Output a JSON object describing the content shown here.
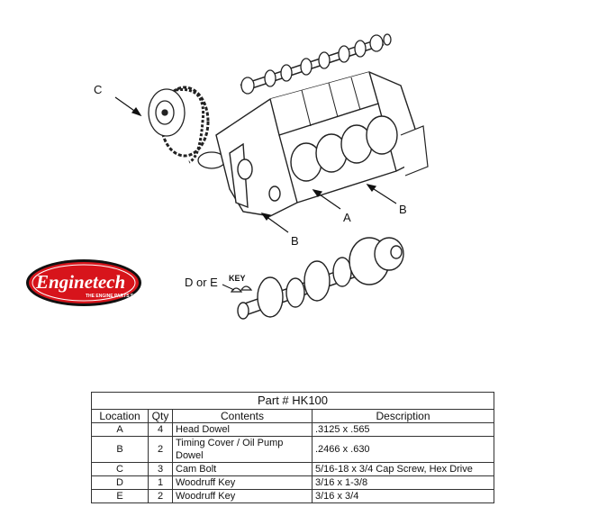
{
  "callouts": {
    "c": "C",
    "a": "A",
    "b_right": "B",
    "b_lower": "B",
    "d_or_e": "D or E",
    "key": "KEY"
  },
  "logo": {
    "brand": "Enginetech",
    "tagline": "THE ENGINE PARTS SOURCE",
    "color": "#d7141b"
  },
  "table": {
    "title": "Part # HK100",
    "headers": [
      "Location",
      "Qty",
      "Contents",
      "Description"
    ],
    "rows": [
      {
        "location": "A",
        "qty": "4",
        "contents": "Head Dowel",
        "description": ".3125 x .565"
      },
      {
        "location": "B",
        "qty": "2",
        "contents": "Timing Cover / Oil Pump Dowel",
        "description": ".2466 x .630"
      },
      {
        "location": "C",
        "qty": "3",
        "contents": "Cam Bolt",
        "description": "5/16-18 x 3/4 Cap Screw, Hex Drive"
      },
      {
        "location": "D",
        "qty": "1",
        "contents": "Woodruff Key",
        "description": "3/16 x 1-3/8"
      },
      {
        "location": "E",
        "qty": "2",
        "contents": "Woodruff Key",
        "description": "3/16 x 3/4"
      }
    ]
  }
}
